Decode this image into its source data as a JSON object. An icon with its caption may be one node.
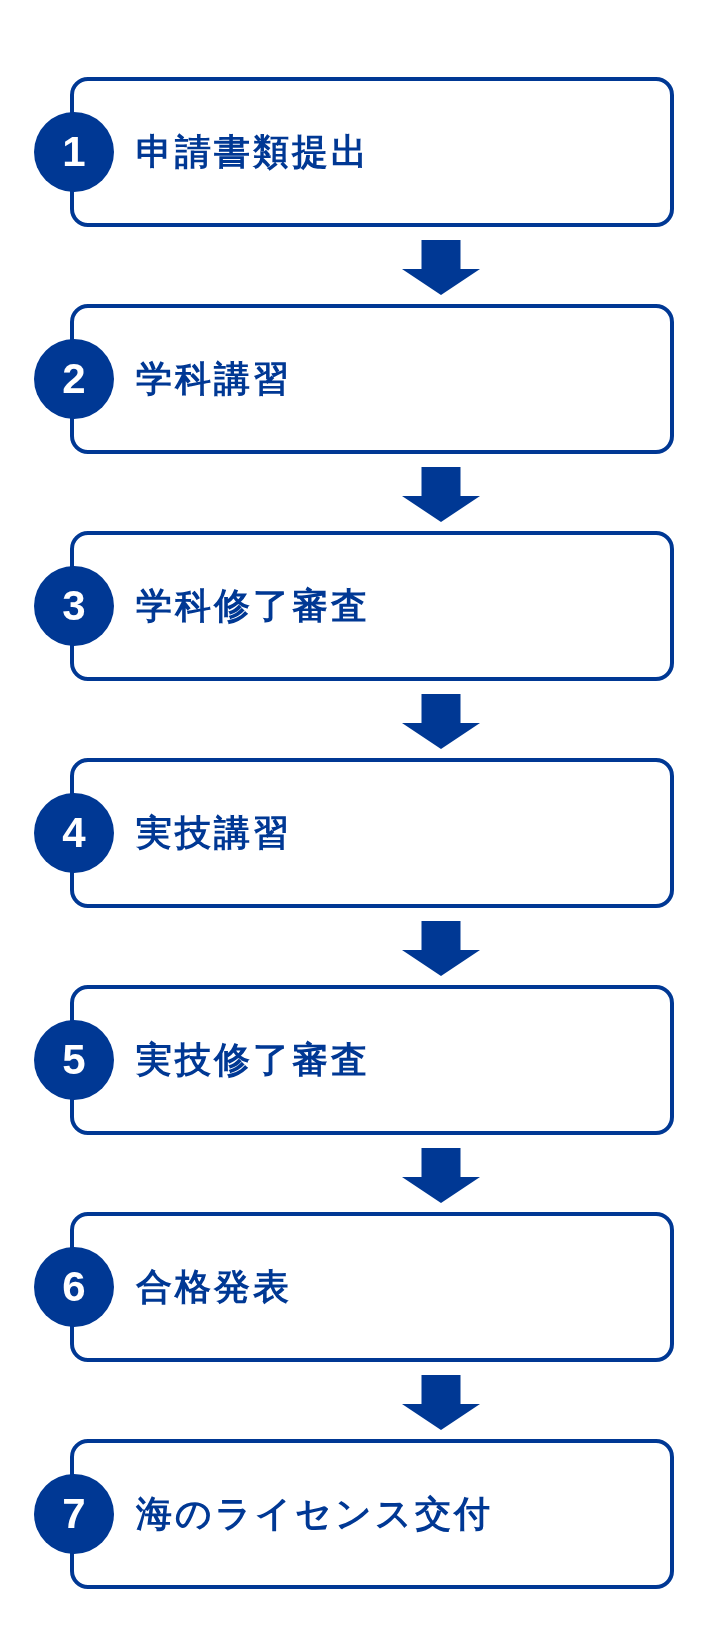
{
  "diagram": {
    "nodes": [
      {
        "text": [
          "1"
        ]
      },
      {
        "text": [
          "申請書類提出"
        ]
      },
      {
        "text": [
          "2"
        ]
      },
      {
        "text": [
          "学科講習"
        ]
      },
      {
        "text": [
          "3"
        ]
      },
      {
        "text": [
          "学科修了審査"
        ]
      },
      {
        "text": [
          "4"
        ]
      },
      {
        "text": [
          "実技講習"
        ]
      },
      {
        "text": [
          "5"
        ]
      },
      {
        "text": [
          "実技修了審査"
        ]
      },
      {
        "text": [
          "6"
        ]
      },
      {
        "text": [
          "合格発表"
        ]
      },
      {
        "text": [
          "7"
        ]
      },
      {
        "text": [
          "海のライセンス交付"
        ]
      }
    ],
    "edges": [
      {
        "from": 1,
        "to": 3,
        "arrow": "to"
      },
      {
        "from": 3,
        "to": 5,
        "arrow": "to"
      },
      {
        "from": 5,
        "to": 7,
        "arrow": "to"
      },
      {
        "from": 7,
        "to": 9,
        "arrow": "to"
      },
      {
        "from": 9,
        "to": 11,
        "arrow": "to"
      },
      {
        "from": 11,
        "to": 13,
        "arrow": "to"
      }
    ]
  }
}
